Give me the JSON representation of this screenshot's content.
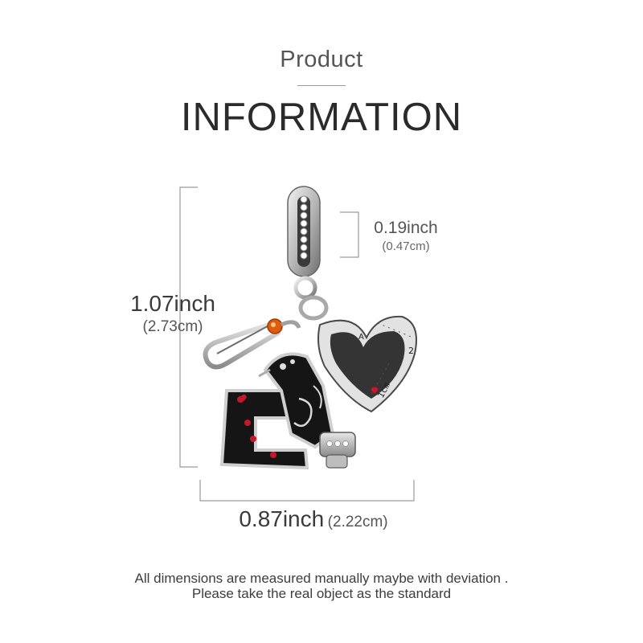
{
  "header": {
    "subtitle": "Product",
    "title": "INFORMATION"
  },
  "dimensions": {
    "height": {
      "inch": "1.07inch",
      "cm": "(2.73cm)"
    },
    "ring_opening": {
      "inch": "0.19inch",
      "cm": "(0.47cm)"
    },
    "width": {
      "inch": "0.87inch",
      "cm": "(2.22cm)"
    }
  },
  "product": {
    "tape_label": "1cm",
    "tape_digit": "2",
    "tape_letter": "A"
  },
  "footer": {
    "line1": "All dimensions are measured manually maybe with deviation .",
    "line2": "Please take the real object as the standard"
  },
  "colors": {
    "text": "#333333",
    "silver": "#c9c9c9",
    "enamel_black": "#151515",
    "enamel_red": "#c8162a",
    "stone_orange": "#e05a10"
  }
}
